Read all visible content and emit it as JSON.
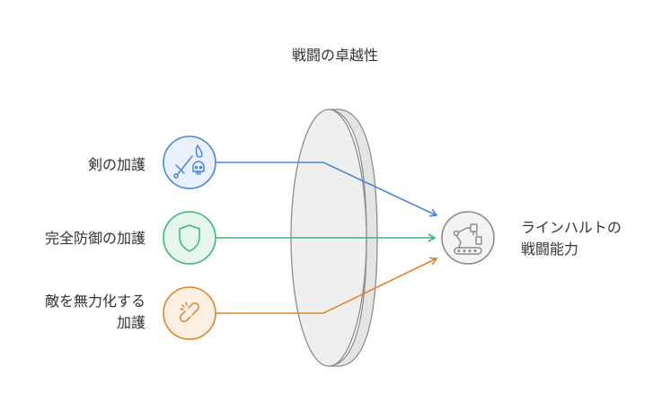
{
  "title": "戦闘の卓越性",
  "inputs": [
    {
      "label_lines": [
        "剣の加護"
      ],
      "color": "#4a86d9",
      "fill": "#e9f1fc",
      "icon": "sword-drop-skull-icon"
    },
    {
      "label_lines": [
        "完全防御の加護"
      ],
      "color": "#3cb878",
      "fill": "#e6f6ee",
      "icon": "shield-icon"
    },
    {
      "label_lines": [
        "敵を無力化する",
        "加護"
      ],
      "color": "#e0832c",
      "fill": "#fdf0e3",
      "icon": "broken-link-icon"
    }
  ],
  "lens": {
    "icon": "lens-shape"
  },
  "output": {
    "label_lines": [
      "ラインハルトの",
      "戦闘能力"
    ],
    "icon": "robot-arm-conveyor-icon",
    "color": "#8a8a8a"
  }
}
